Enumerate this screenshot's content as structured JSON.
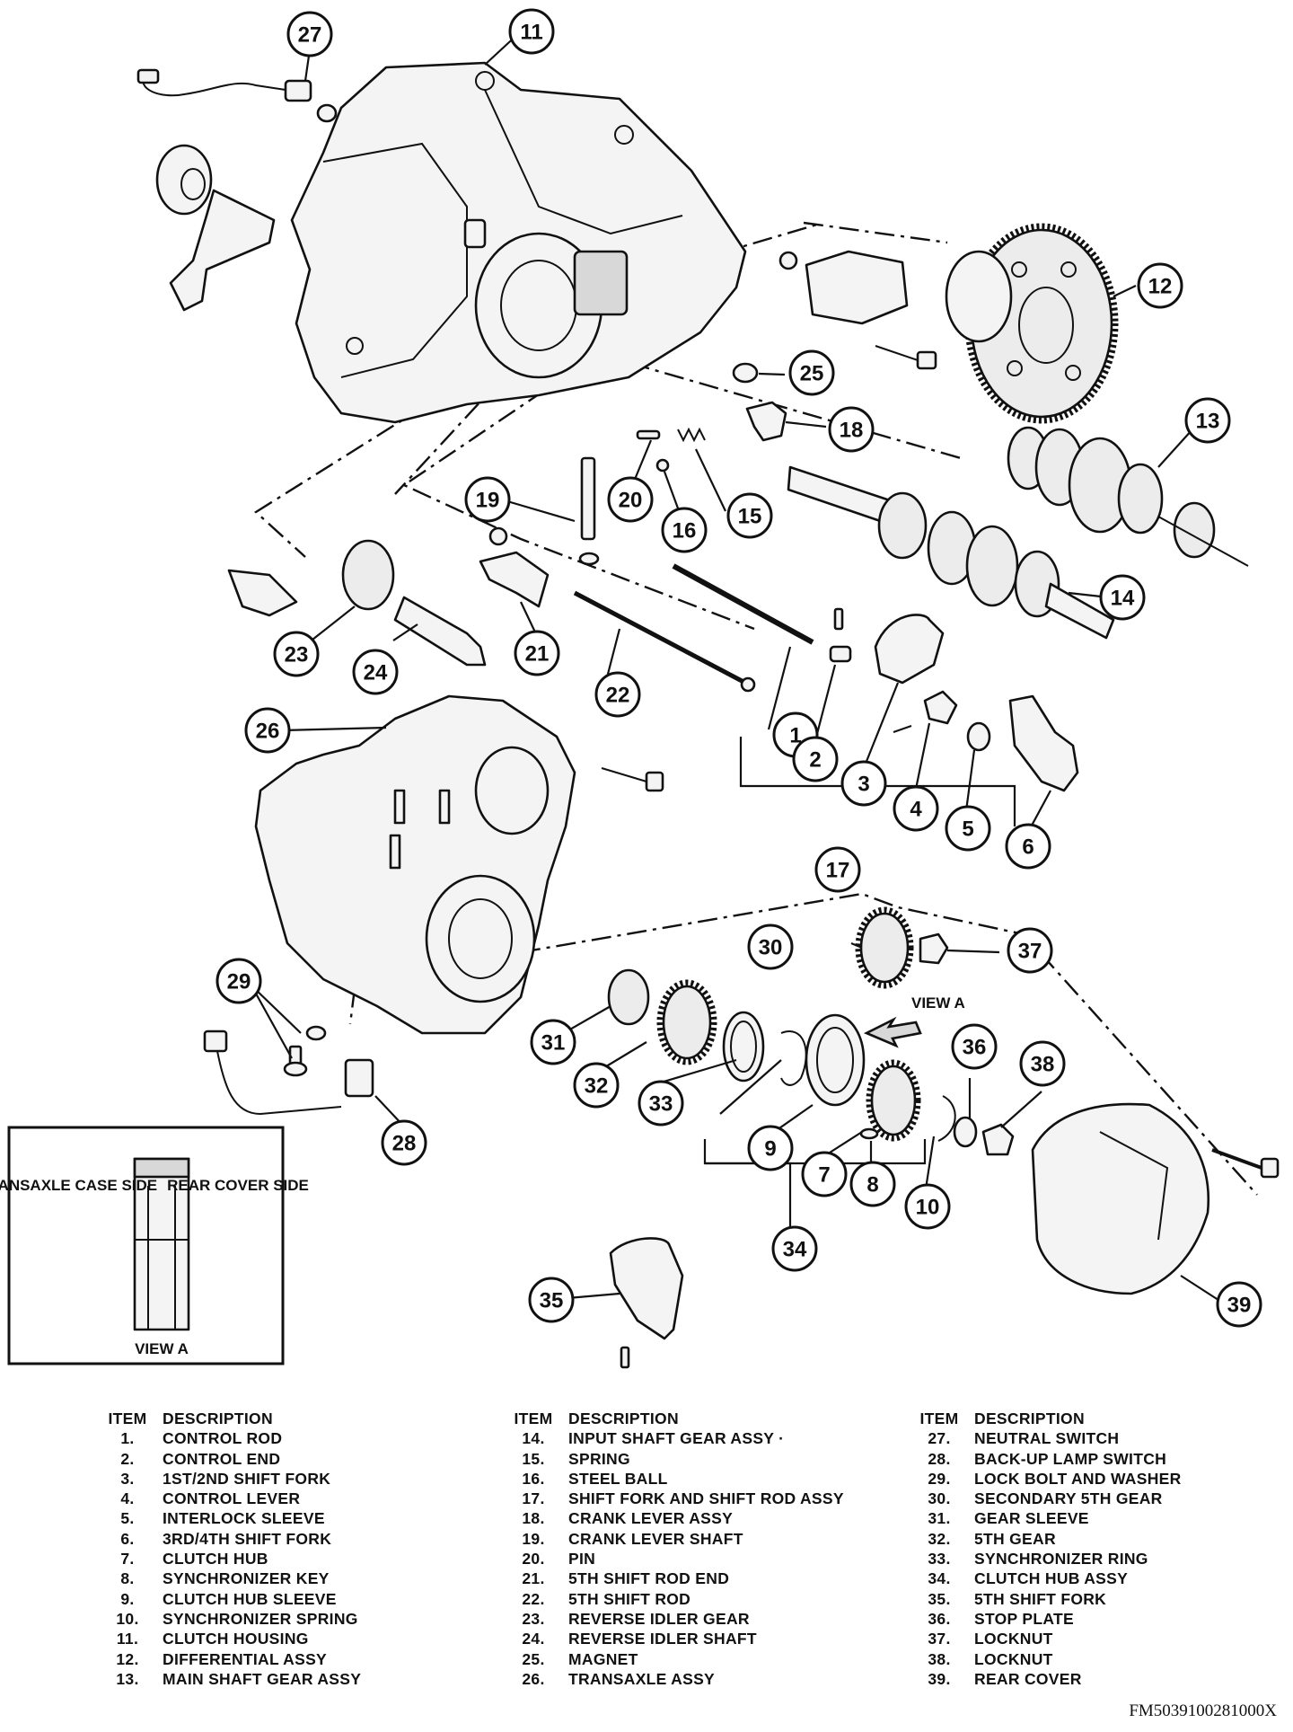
{
  "callouts": [
    "1",
    "2",
    "3",
    "4",
    "5",
    "6",
    "7",
    "8",
    "9",
    "10",
    "11",
    "12",
    "13",
    "14",
    "15",
    "16",
    "17",
    "18",
    "19",
    "20",
    "21",
    "22",
    "23",
    "24",
    "25",
    "26",
    "27",
    "28",
    "29",
    "30",
    "31",
    "32",
    "33",
    "34",
    "35",
    "36",
    "37",
    "38",
    "39"
  ],
  "view_a_label": "VIEW A",
  "inset": {
    "left_label": "TRANSAXLE CASE SIDE",
    "right_label": "REAR COVER SIDE",
    "bottom_label": "VIEW A"
  },
  "legend": {
    "item_header": "ITEM",
    "desc_header": "DESCRIPTION",
    "columns": [
      [
        {
          "item": "1.",
          "desc": "CONTROL ROD"
        },
        {
          "item": "2.",
          "desc": "CONTROL END"
        },
        {
          "item": "3.",
          "desc": "1ST/2ND SHIFT FORK"
        },
        {
          "item": "4.",
          "desc": "CONTROL LEVER"
        },
        {
          "item": "5.",
          "desc": "INTERLOCK SLEEVE"
        },
        {
          "item": "6.",
          "desc": "3RD/4TH SHIFT FORK"
        },
        {
          "item": "7.",
          "desc": "CLUTCH HUB"
        },
        {
          "item": "8.",
          "desc": "SYNCHRONIZER KEY"
        },
        {
          "item": "9.",
          "desc": "CLUTCH HUB SLEEVE"
        },
        {
          "item": "10.",
          "desc": "SYNCHRONIZER SPRING"
        },
        {
          "item": "11.",
          "desc": "CLUTCH HOUSING"
        },
        {
          "item": "12.",
          "desc": "DIFFERENTIAL ASSY"
        },
        {
          "item": "13.",
          "desc": "MAIN SHAFT GEAR ASSY"
        }
      ],
      [
        {
          "item": "14.",
          "desc": "INPUT SHAFT GEAR ASSY ·"
        },
        {
          "item": "15.",
          "desc": "SPRING"
        },
        {
          "item": "16.",
          "desc": "STEEL BALL"
        },
        {
          "item": "17.",
          "desc": "SHIFT FORK AND SHIFT ROD ASSY"
        },
        {
          "item": "18.",
          "desc": "CRANK LEVER ASSY"
        },
        {
          "item": "19.",
          "desc": "CRANK LEVER SHAFT"
        },
        {
          "item": "20.",
          "desc": "PIN"
        },
        {
          "item": "21.",
          "desc": "5TH SHIFT ROD END"
        },
        {
          "item": "22.",
          "desc": "5TH SHIFT ROD"
        },
        {
          "item": "23.",
          "desc": "REVERSE IDLER GEAR"
        },
        {
          "item": "24.",
          "desc": "REVERSE IDLER SHAFT"
        },
        {
          "item": "25.",
          "desc": "MAGNET"
        },
        {
          "item": "26.",
          "desc": "TRANSAXLE ASSY"
        }
      ],
      [
        {
          "item": "27.",
          "desc": "NEUTRAL SWITCH"
        },
        {
          "item": "28.",
          "desc": "BACK-UP LAMP SWITCH"
        },
        {
          "item": "29.",
          "desc": "LOCK BOLT AND WASHER"
        },
        {
          "item": "30.",
          "desc": "SECONDARY 5TH GEAR"
        },
        {
          "item": "31.",
          "desc": "GEAR SLEEVE"
        },
        {
          "item": "32.",
          "desc": "5TH GEAR"
        },
        {
          "item": "33.",
          "desc": "SYNCHRONIZER RING"
        },
        {
          "item": "34.",
          "desc": "CLUTCH HUB ASSY"
        },
        {
          "item": "35.",
          "desc": "5TH SHIFT FORK"
        },
        {
          "item": "36.",
          "desc": "STOP PLATE"
        },
        {
          "item": "37.",
          "desc": "LOCKNUT"
        },
        {
          "item": "38.",
          "desc": "LOCKNUT"
        },
        {
          "item": "39.",
          "desc": "REAR COVER"
        }
      ]
    ]
  },
  "figure_code": "FM5039100281000X"
}
